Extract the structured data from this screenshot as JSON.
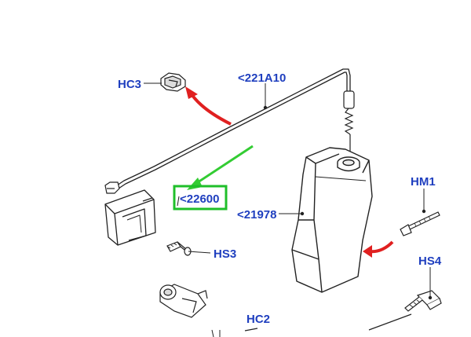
{
  "colors": {
    "label": "#1f3fbf",
    "line": "#222222",
    "arrow_red": "#e02020",
    "arrow_green": "#33cc33",
    "highlight_box": "#1fbf2a"
  },
  "callouts": {
    "hc3": "HC3",
    "p221a10": "<221A10",
    "p22600": "<22600",
    "p21978": "<21978",
    "hm1": "HM1",
    "hs3": "HS3",
    "hs4": "HS4",
    "hc2": "HC2"
  },
  "highlighted_callout": "p22600"
}
